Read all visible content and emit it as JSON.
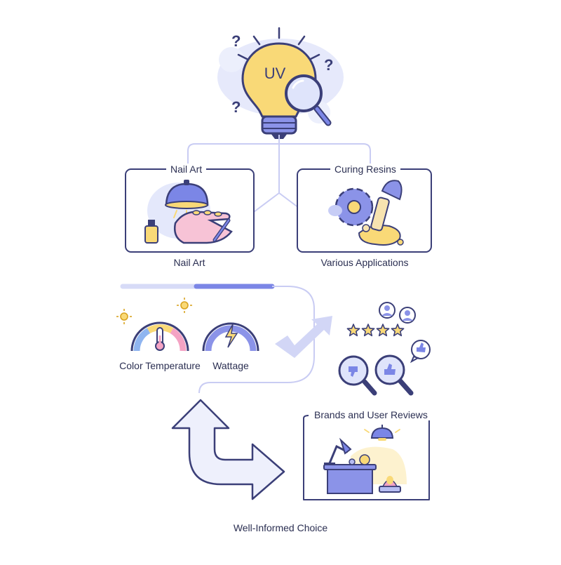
{
  "bulb": {
    "text": "UV",
    "icon": "uv-lightbulb-with-magnifier-icon"
  },
  "cards": {
    "nail_art": {
      "title": "Nail Art",
      "caption": "Nail Art"
    },
    "resins": {
      "title": "Curing Resins",
      "caption": "Various Applications"
    }
  },
  "gauges": {
    "color_temp": {
      "label": "Color Temperature"
    },
    "wattage": {
      "label": "Wattage"
    }
  },
  "reviews": {
    "label": "Brands and User Reviews",
    "stars": 4
  },
  "final": {
    "label": "Well-Informed Choice"
  },
  "colors": {
    "accent": "#7b86e6",
    "line": "#c9ccf3",
    "outline": "#3b3f78",
    "yellow": "#f9d977",
    "pink": "#f4a3c4",
    "blob": "#e4e8fb"
  }
}
